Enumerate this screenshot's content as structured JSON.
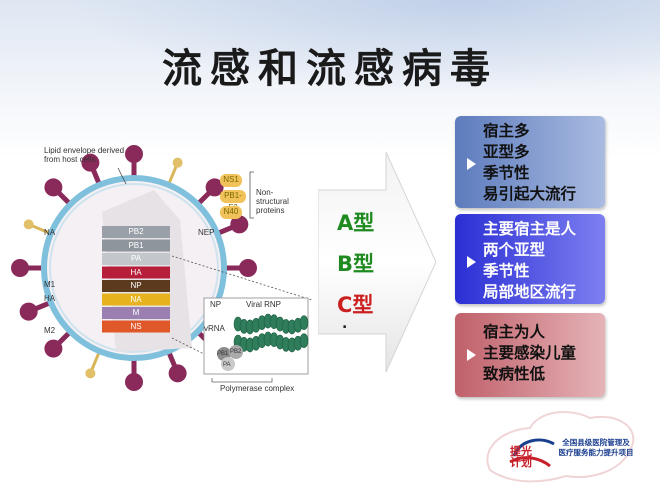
{
  "slide": {
    "title": "流感和流感病毒"
  },
  "diagram": {
    "envelope_label": "Lipid envelope derived from host cells",
    "left_labels": [
      "NA",
      "M1",
      "HA",
      "M2"
    ],
    "right_label": "NEP",
    "segments": [
      "PB2",
      "PB1",
      "PA",
      "HA",
      "NP",
      "NA",
      "M",
      "NS"
    ],
    "segment_colors": [
      "#9aa0a8",
      "#8e959d",
      "#c3c7cc",
      "#b61e3a",
      "#5b3a1e",
      "#e6b21e",
      "#9a7fb0",
      "#e0582a"
    ],
    "nonstructural": {
      "items": [
        "NS1",
        "PB1-F2",
        "N40"
      ],
      "label": "Non-structural proteins"
    },
    "rnp": {
      "labels": [
        "NP",
        "vRNA",
        "Viral RNP",
        "PB1",
        "PB2",
        "PA"
      ],
      "complex_label": "Polymerase complex"
    }
  },
  "types": [
    "A型",
    "B型",
    "C型"
  ],
  "type_dot": ".",
  "boxes": [
    {
      "lines": [
        "宿主多",
        "亚型多",
        "季节性",
        "易引起大流行"
      ]
    },
    {
      "lines": [
        "主要宿主是人",
        "两个亚型",
        "季节性",
        "局部地区流行"
      ]
    },
    {
      "lines": [
        "宿主为人",
        "主要感染儿童",
        "致病性低"
      ]
    }
  ],
  "logo": {
    "line1": "全国县级医院管理及",
    "line2": "医疗服务能力提升项目",
    "chars": "提光计划"
  }
}
